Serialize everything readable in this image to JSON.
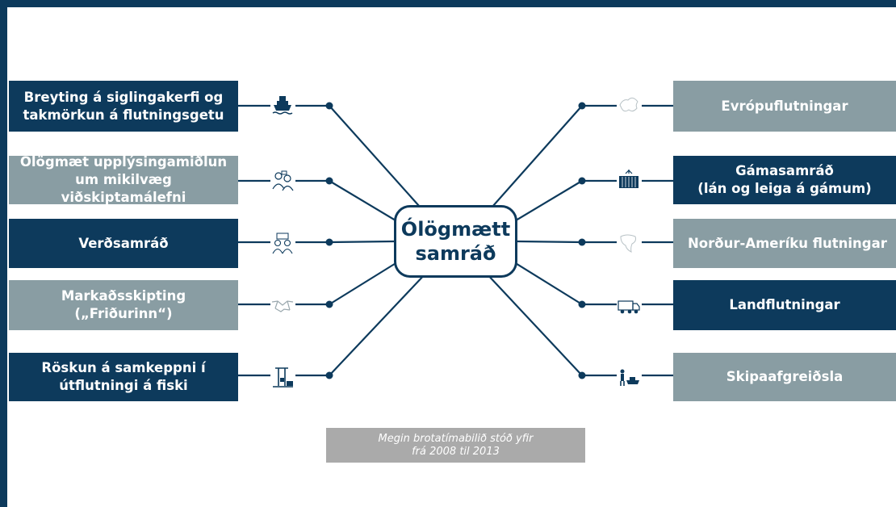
{
  "diagram": {
    "center": {
      "label": "Ólögmætt\nsamráð"
    },
    "left_items": [
      {
        "label": "Breyting á siglingakerfi og\ntakmörkun á flutningsgetu",
        "icon": "ship-icon",
        "style": "dark"
      },
      {
        "label": "Ólögmæt upplýsingamiðlun\num mikilvæg viðskiptamálefni",
        "icon": "people-talking-icon",
        "style": "gray"
      },
      {
        "label": "Verðsamráð",
        "icon": "price-discussion-icon",
        "style": "dark"
      },
      {
        "label": "Markaðsskipting\n(„Friðurinn“)",
        "icon": "handshake-icon",
        "style": "gray"
      },
      {
        "label": "Röskun á samkeppni í\nútflutningi á fiski",
        "icon": "port-crane-icon",
        "style": "dark"
      }
    ],
    "right_items": [
      {
        "label": "Evrópuflutningar",
        "icon": "europe-map-icon",
        "style": "gray"
      },
      {
        "label": "Gámasamráð\n(lán og leiga á gámum)",
        "icon": "container-icon",
        "style": "dark"
      },
      {
        "label": "Norður-Ameríku flutningar",
        "icon": "north-america-map-icon",
        "style": "gray"
      },
      {
        "label": "Landflutningar",
        "icon": "truck-icon",
        "style": "dark"
      },
      {
        "label": "Skipaafgreiðsla",
        "icon": "dock-worker-icon",
        "style": "gray"
      }
    ],
    "note": "Megin brotatímabilið stóð yfir\nfrá 2008 til 2013"
  },
  "colors": {
    "dark": "#0d3a5c",
    "gray": "#899da3",
    "note": "#aaaaaa",
    "line": "#0d3a5c"
  }
}
